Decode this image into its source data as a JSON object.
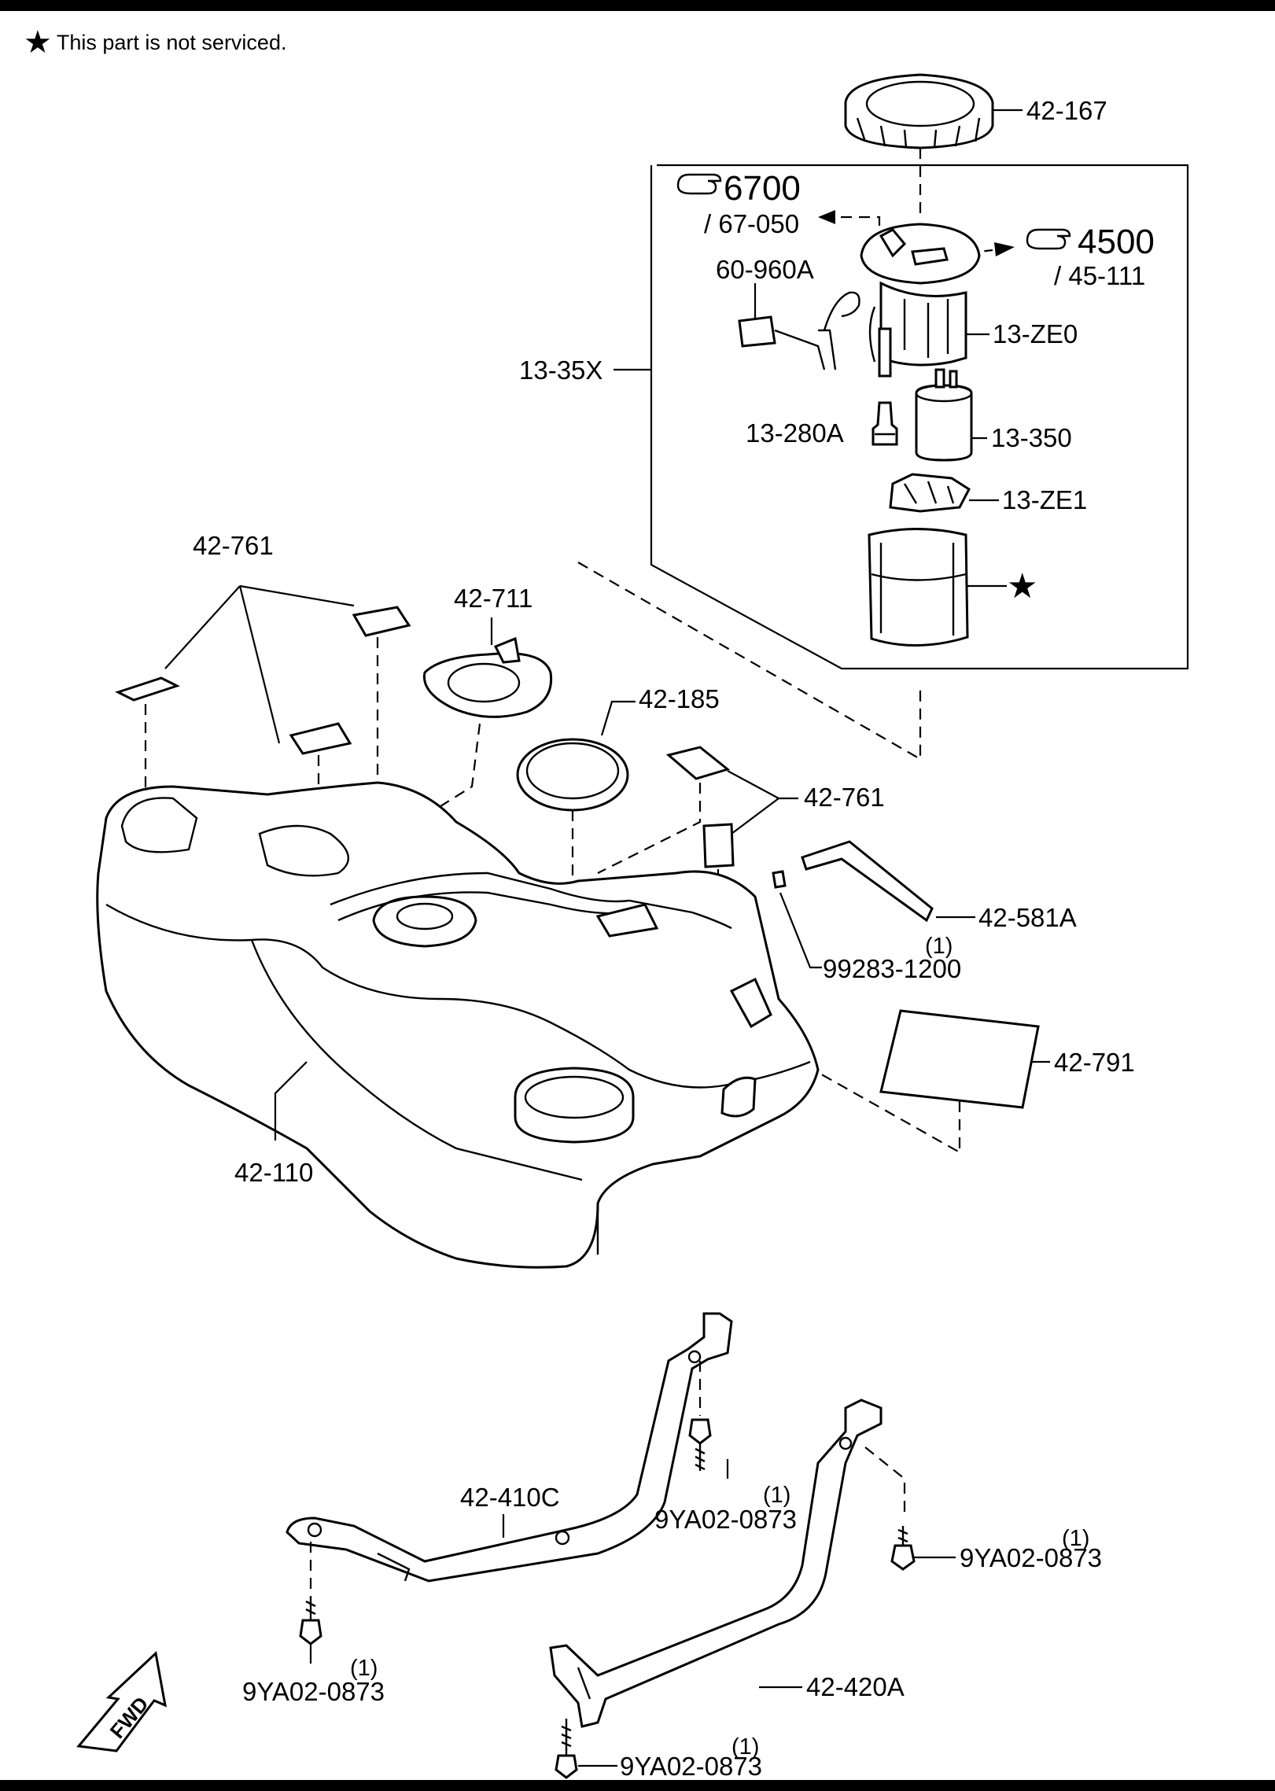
{
  "note": {
    "symbol": "★",
    "text": "This part is not serviced."
  },
  "assembly_label": "13-35X",
  "star_symbol": "★",
  "references": [
    {
      "big": "6700",
      "sub": "/ 67-050"
    },
    {
      "big": "4500",
      "sub": "/ 45-111"
    }
  ],
  "parts": {
    "p42_167": "42-167",
    "p60_960A": "60-960A",
    "p13_ZE0": "13-ZE0",
    "p13_280A": "13-280A",
    "p13_350": "13-350",
    "p13_ZE1": "13-ZE1",
    "p42_761_a": "42-761",
    "p42_711": "42-711",
    "p42_185": "42-185",
    "p42_761_b": "42-761",
    "p42_581A": "42-581A",
    "p99283": "99283-1200",
    "p42_791": "42-791",
    "p42_110": "42-110",
    "p42_410C": "42-410C",
    "p42_420A": "42-420A",
    "bolt_a": "9YA02-0873",
    "bolt_b": "9YA02-0873",
    "bolt_c": "9YA02-0873",
    "bolt_d": "9YA02-0873"
  },
  "quantities": {
    "q99283": "(1)",
    "bolt_a": "(1)",
    "bolt_b": "(1)",
    "bolt_c": "(1)",
    "bolt_d": "(1)"
  },
  "fwd_label": "FWD"
}
